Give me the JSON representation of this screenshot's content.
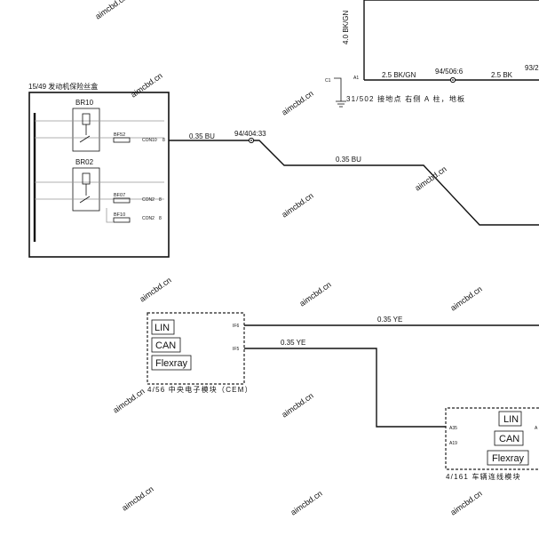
{
  "watermark": "aimcbd.cn",
  "top_wires": {
    "vertical_label": "4.0 BK/GN",
    "pin_c1": "C1",
    "pin_a1": "A1",
    "wire_left": "2.5 BK/GN",
    "splice": "94/506:6",
    "wire_right": "2.5 BK",
    "cut_label": "93/2",
    "ground_label": "31/502 接地点 右侧 A 柱，地板"
  },
  "fuse_box": {
    "title": "15/49 发动机保险丝盒",
    "relay1": "BR10",
    "relay2": "BR02",
    "fuse1": "BF52",
    "fuse2": "BF07",
    "fuse3": "BF10",
    "conn1": "CON10",
    "conn1_pin": "8",
    "conn2": "CON2",
    "conn2_pin": "8",
    "conn3": "CON2",
    "conn3_pin": "8"
  },
  "bu_wire": {
    "label1": "0.35 BU",
    "splice": "94/404:33",
    "label2": "0.35 BU"
  },
  "cem": {
    "title": "4/56 中央电子模块（CEM）",
    "buses": [
      "LIN",
      "CAN",
      "Flexray"
    ],
    "pin1": "IF6",
    "pin2": "IF5",
    "wire1": "0.35 YE",
    "wire2": "0.35 YE"
  },
  "module2": {
    "title": "4/161 车辆连线模块",
    "buses": [
      "LIN",
      "CAN",
      "Flexray"
    ],
    "pin1": "A35",
    "pin2": "A19",
    "pin_right": "A"
  }
}
